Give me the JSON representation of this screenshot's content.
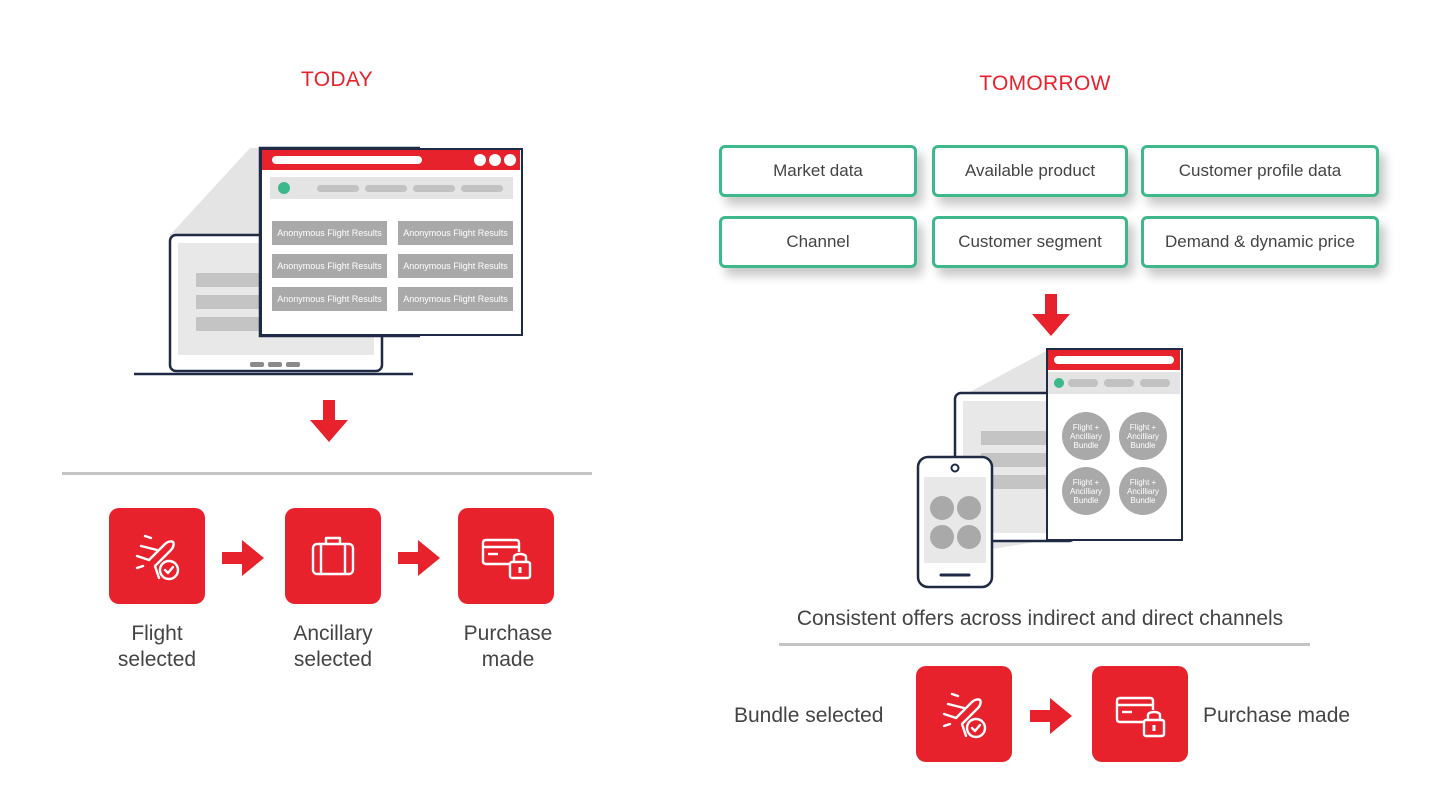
{
  "today": {
    "title": "TODAY",
    "result_label": "Anonymous Flight Results",
    "steps": [
      {
        "label_line1": "Flight",
        "label_line2": "selected",
        "icon": "plane-check-icon"
      },
      {
        "label_line1": "Ancillary",
        "label_line2": "selected",
        "icon": "suitcase-icon"
      },
      {
        "label_line1": "Purchase",
        "label_line2": "made",
        "icon": "card-lock-icon"
      }
    ]
  },
  "tomorrow": {
    "title": "TOMORROW",
    "data_boxes": [
      "Market data",
      "Available product",
      "Customer profile data",
      "Channel",
      "Customer segment",
      "Demand & dynamic price"
    ],
    "bundle_label": "Flight + Ancilliary Bundle",
    "caption": "Consistent offers across indirect and direct channels",
    "step_left": "Bundle selected",
    "step_right": "Purchase made"
  },
  "colors": {
    "accent_red": "#e8222c",
    "green_border": "#3cb88a",
    "green_dot": "#3cb88a",
    "navy_outline": "#1f2a44",
    "gray_fill": "#a9a9a9"
  }
}
